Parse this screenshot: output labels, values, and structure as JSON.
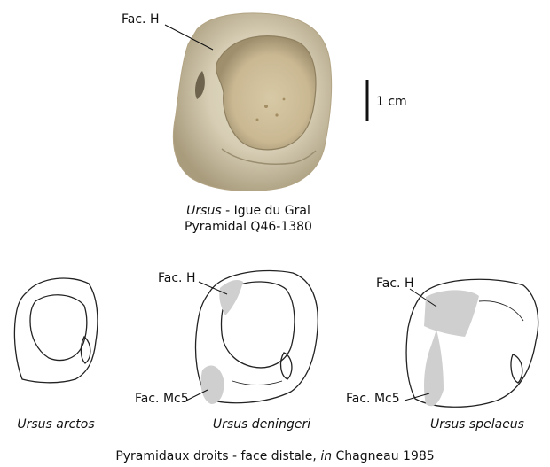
{
  "photo": {
    "label_fac_h": "Fac. H",
    "scale_label": "1 cm",
    "caption_genus": "Ursus",
    "caption_site": " - Igue du Gral",
    "caption_specimen": "Pyramidal Q46-1380"
  },
  "drawings": [
    {
      "species": "Ursus arctos",
      "labels": []
    },
    {
      "species": "Ursus deningeri",
      "labels": [
        "Fac. H",
        "Fac. Mc5"
      ]
    },
    {
      "species": "Ursus spelaeus",
      "labels": [
        "Fac. H",
        "Fac. Mc5"
      ]
    }
  ],
  "footer": {
    "prefix": "Pyramidaux droits - face distale, ",
    "in_word": "in",
    "source": " Chagneau 1985"
  },
  "colors": {
    "facet_fill": "#cfcfcf",
    "bone_light": "#d9d2bd",
    "bone_dark": "#8a7f66",
    "outline": "#222222"
  }
}
